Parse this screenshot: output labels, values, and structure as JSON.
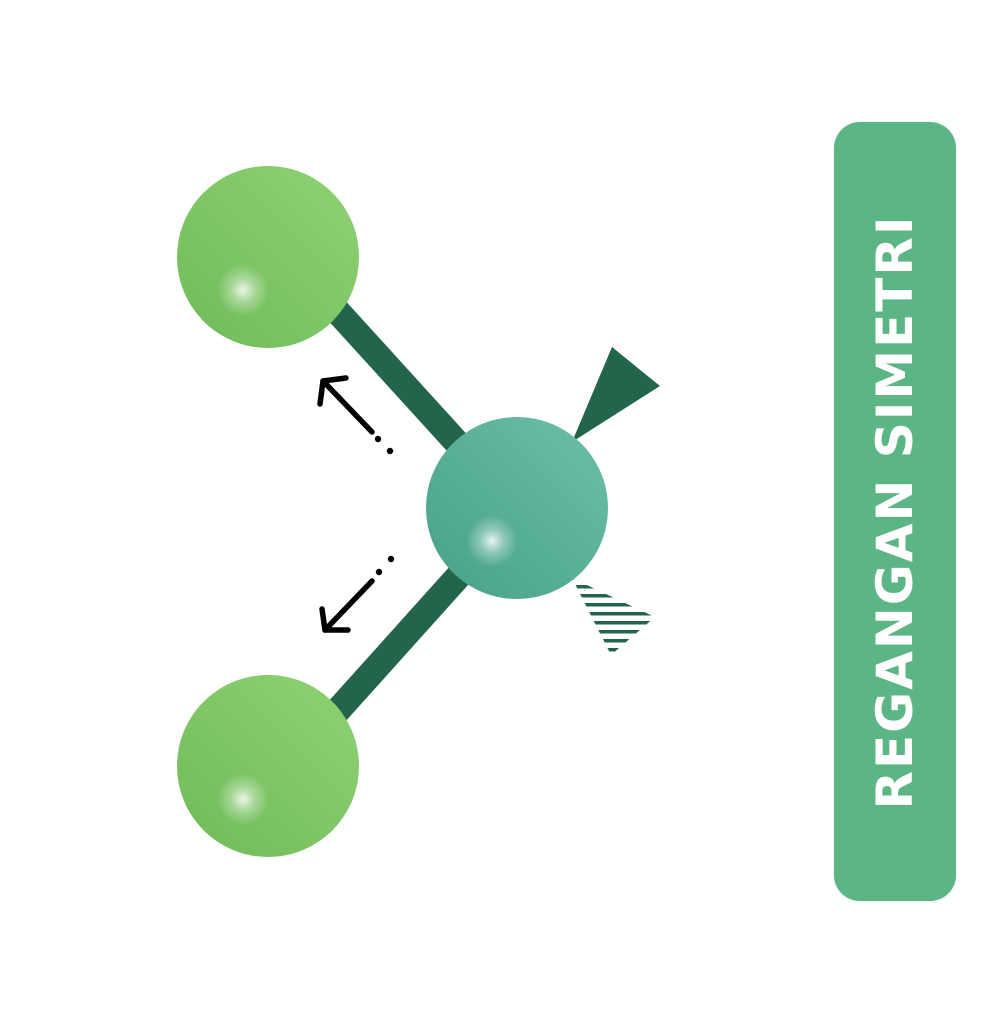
{
  "title": "REGANGAN SIMETRI",
  "colors": {
    "outer_atom_light": "#8fd275",
    "outer_atom_dark": "#6fbb58",
    "central_atom_light": "#6cc0a6",
    "central_atom_dark": "#47a08a",
    "bond": "#22654b",
    "arrow": "#000000",
    "label_background": "#5bb584",
    "label_text": "#ffffff"
  },
  "atoms": [
    {
      "role": "outer-top",
      "icon": "sphere"
    },
    {
      "role": "central",
      "icon": "sphere"
    },
    {
      "role": "outer-bottom",
      "icon": "sphere"
    }
  ],
  "bonds": [
    {
      "from": "central",
      "to": "outer-top",
      "style": "plain"
    },
    {
      "from": "central",
      "to": "outer-bottom",
      "style": "plain"
    },
    {
      "from": "central",
      "to": "out-of-plane-front",
      "style": "wedge"
    },
    {
      "from": "central",
      "to": "out-of-plane-back",
      "style": "hashed-wedge"
    }
  ],
  "motion_arrows": [
    {
      "icon": "arrow-up-left-icon",
      "direction": "outward",
      "target": "outer-top"
    },
    {
      "icon": "arrow-down-left-icon",
      "direction": "outward",
      "target": "outer-bottom"
    }
  ]
}
